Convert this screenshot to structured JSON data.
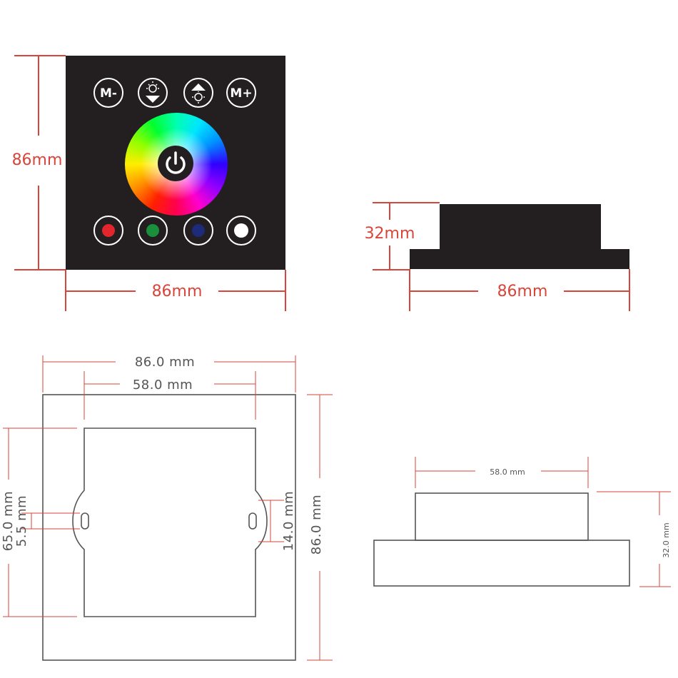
{
  "front_view": {
    "height_label": "86mm",
    "width_label": "86mm",
    "buttons": {
      "m_minus": "M-",
      "m_plus": "M+"
    },
    "icons": [
      "brightness-down-icon",
      "brightness-up-icon",
      "power-icon"
    ],
    "color_buttons": [
      "#e3262d",
      "#1a8f3c",
      "#1e2a7a",
      "#ffffff"
    ],
    "panel_color": "#231f20",
    "dimension_color": "#d8453a"
  },
  "side_view": {
    "height_label": "32mm",
    "width_label": "86mm"
  },
  "back_drawing": {
    "outer_width_label": "86.0 mm",
    "inner_width_label": "58.0 mm",
    "left_height_label": "65.0 mm",
    "hole_label": "5.5 mm",
    "right_inner_label": "14.0 mm",
    "right_height_label": "86.0 mm"
  },
  "side_drawing": {
    "width_label": "58.0 mm",
    "height_label": "32.0 mm"
  }
}
